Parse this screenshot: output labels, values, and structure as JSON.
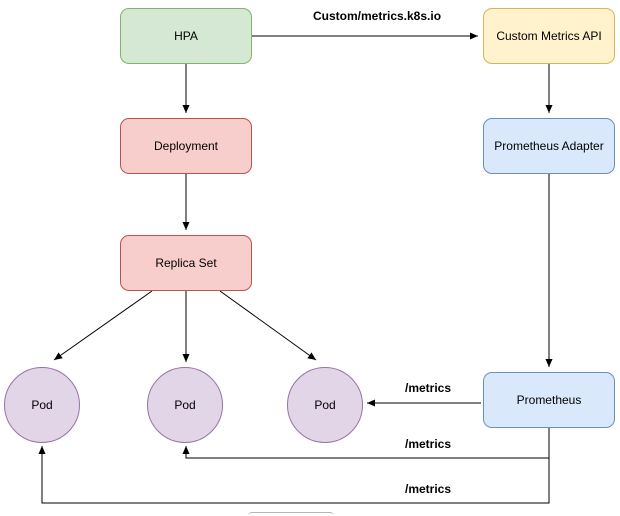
{
  "diagram": {
    "nodes": {
      "hpa": {
        "label": "HPA"
      },
      "custom_metrics_api": {
        "label": "Custom Metrics API"
      },
      "deployment": {
        "label": "Deployment"
      },
      "prometheus_adapter": {
        "label": "Prometheus Adapter"
      },
      "replica_set": {
        "label": "Replica Set"
      },
      "prometheus": {
        "label": "Prometheus"
      },
      "pod_1": {
        "label": "Pod"
      },
      "pod_2": {
        "label": "Pod"
      },
      "pod_3": {
        "label": "Pod"
      }
    },
    "edge_labels": {
      "hpa_to_custom_metrics_api": "Custom/metrics.k8s.io",
      "prometheus_to_pod_3": "/metrics",
      "prometheus_to_pod_2": "/metrics",
      "prometheus_to_pod_1": "/metrics"
    }
  },
  "colors": {
    "green_fill": "#d5e8d4",
    "green_border": "#82b366",
    "yellow_fill": "#fff2cc",
    "yellow_border": "#d6b656",
    "red_fill": "#f8cecc",
    "red_border": "#b85450",
    "blue_fill": "#dae8fc",
    "blue_border": "#6c8ebf",
    "purple_fill": "#e1d5e7",
    "purple_border": "#9673a6",
    "edge_stroke": "#000000"
  }
}
